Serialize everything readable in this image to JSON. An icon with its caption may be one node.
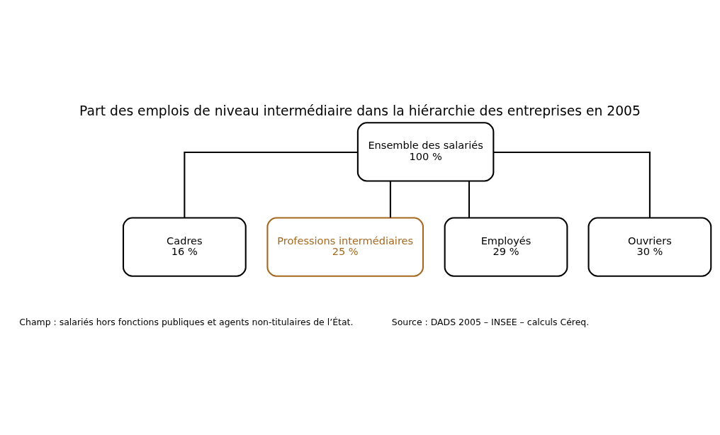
{
  "diagram": {
    "title": "Part des emplois de niveau intermédiaire dans la hiérarchie des entreprises en 2005",
    "nodes": [
      {
        "text": [
          "Ensemble des salariés",
          "100 %"
        ]
      },
      {
        "text": [
          "Cadres",
          "16 %"
        ]
      },
      {
        "text": [
          "Professions intermédiaires",
          "25 %"
        ]
      },
      {
        "text": [
          "Employés",
          "29 %"
        ]
      },
      {
        "text": [
          "Ouvriers",
          "30 %"
        ]
      }
    ],
    "edges": [
      {
        "from": 0,
        "to": 1,
        "arrow": "none"
      },
      {
        "from": 0,
        "to": 2,
        "arrow": "none"
      },
      {
        "from": 0,
        "to": 3,
        "arrow": "none"
      },
      {
        "from": 0,
        "to": 4,
        "arrow": "none"
      }
    ],
    "labels": [
      "Champ : salariés hors fonctions publiques et agents non-titulaires de l’État.",
      "Source : DADS 2005 – INSEE – calculs Céreq."
    ]
  }
}
